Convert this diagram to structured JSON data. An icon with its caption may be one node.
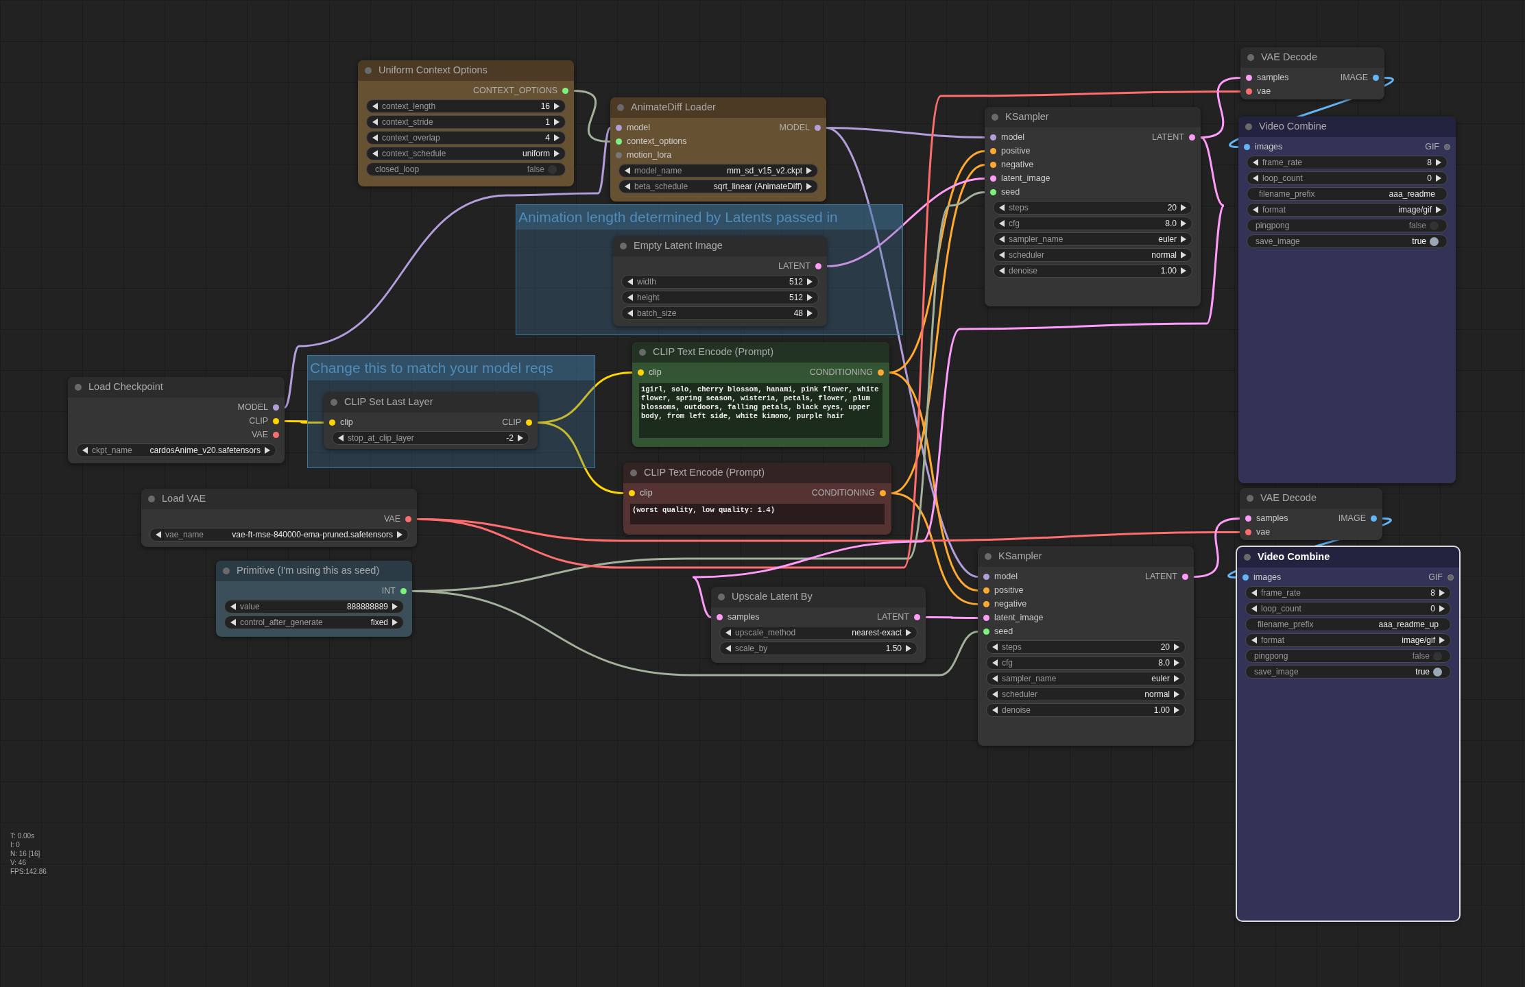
{
  "diagram": {
    "nodes": [
      {
        "text": [
          "Uniform Context Options",
          "CONTEXT_OPTIONS",
          "context_length",
          "16",
          "context_stride",
          "1",
          "context_overlap",
          "4",
          "context_schedule",
          "uniform",
          "closed_loop",
          "false"
        ]
      },
      {
        "text": [
          "AnimateDiff Loader",
          "model",
          "MODEL",
          "context_options",
          "motion_lora",
          "model_name",
          "mm_sd_v15_v2.ckpt",
          "beta_schedule",
          "sqrt_linear (AnimateDiff)"
        ]
      },
      {
        "text": [
          "VAE Decode",
          "samples",
          "IMAGE",
          "vae"
        ]
      },
      {
        "text": [
          "KSampler",
          "model",
          "LATENT",
          "positive",
          "negative",
          "latent_image",
          "seed",
          "steps",
          "20",
          "cfg",
          "8.0",
          "sampler_name",
          "euler",
          "scheduler",
          "normal",
          "denoise",
          "1.00"
        ]
      },
      {
        "text": [
          "Video Combine",
          "images",
          "GIF",
          "frame_rate",
          "8",
          "loop_count",
          "0",
          "filename_prefix",
          "aaa_readme",
          "format",
          "image/gif",
          "pingpong",
          "false",
          "save_image",
          "true"
        ]
      },
      {
        "text": [
          "Animation length determined by Latents passed in"
        ]
      },
      {
        "text": [
          "Empty Latent Image",
          "LATENT",
          "width",
          "512",
          "height",
          "512",
          "batch_size",
          "48"
        ],
        "in": 5
      },
      {
        "text": [
          "Change this to match your model reqs"
        ]
      },
      {
        "text": [
          "CLIP Set Last Layer",
          "clip",
          "CLIP",
          "stop_at_clip_layer",
          "-2"
        ],
        "in": 7
      },
      {
        "text": [
          "Load Checkpoint",
          "MODEL",
          "CLIP",
          "VAE",
          "ckpt_name",
          "cardosAnime_v20.safetensors"
        ]
      },
      {
        "text": [
          "CLIP Text Encode (Prompt)",
          "clip",
          "CONDITIONING",
          "1girl, solo, cherry blossom, hanami, pink flower, white flower, spring season, wisteria, petals, flower, plum blossoms, outdoors, falling petals, black eyes, upper body, from left side, white kimono, purple hair"
        ]
      },
      {
        "text": [
          "CLIP Text Encode (Prompt)",
          "clip",
          "CONDITIONING",
          "(worst quality, low quality: 1.4)"
        ]
      },
      {
        "text": [
          "Load VAE",
          "VAE",
          "vae_name",
          "vae-ft-mse-840000-ema-pruned.safetensors"
        ]
      },
      {
        "text": [
          "VAE Decode",
          "samples",
          "IMAGE",
          "vae"
        ]
      },
      {
        "text": [
          "Primitive (I'm using this as seed)",
          "INT",
          "value",
          "888888889",
          "control_after_generate",
          "fixed"
        ]
      },
      {
        "text": [
          "KSampler",
          "model",
          "LATENT",
          "positive",
          "negative",
          "latent_image",
          "seed",
          "steps",
          "20",
          "cfg",
          "8.0",
          "sampler_name",
          "euler",
          "scheduler",
          "normal",
          "denoise",
          "1.00"
        ]
      },
      {
        "text": [
          "Video Combine",
          "images",
          "GIF",
          "frame_rate",
          "8",
          "loop_count",
          "0",
          "filename_prefix",
          "aaa_readme_up",
          "format",
          "image/gif",
          "pingpong",
          "false",
          "save_image",
          "true"
        ]
      },
      {
        "text": [
          "Upscale Latent By",
          "samples",
          "LATENT",
          "upscale_method",
          "nearest-exact",
          "scale_by",
          "1.50"
        ]
      }
    ],
    "edges": [
      {
        "from": 9,
        "to": 1,
        "arrow": "none",
        "color": "#b39ddb"
      },
      {
        "from": 9,
        "to": 8,
        "arrow": "none",
        "color": "#ffd500"
      },
      {
        "from": 0,
        "to": 1,
        "arrow": "none",
        "color": "#a3b09a"
      },
      {
        "from": 1,
        "to": 3,
        "arrow": "none",
        "color": "#b39ddb"
      },
      {
        "from": 1,
        "to": 15,
        "arrow": "none",
        "color": "#b39ddb"
      },
      {
        "from": 8,
        "to": 10,
        "arrow": "none",
        "color": "#ffd500"
      },
      {
        "from": 8,
        "to": 11,
        "arrow": "none",
        "color": "#ffd500"
      },
      {
        "from": 10,
        "to": 3,
        "arrow": "none",
        "color": "#ffa931"
      },
      {
        "from": 10,
        "to": 15,
        "arrow": "none",
        "color": "#ffa931"
      },
      {
        "from": 11,
        "to": 3,
        "arrow": "none",
        "color": "#ffa931"
      },
      {
        "from": 11,
        "to": 15,
        "arrow": "none",
        "color": "#ffa931"
      },
      {
        "from": 6,
        "to": 3,
        "arrow": "none",
        "color": "#ff9cf9"
      },
      {
        "from": 14,
        "to": 3,
        "arrow": "none",
        "color": "#a3b09a"
      },
      {
        "from": 14,
        "to": 15,
        "arrow": "none",
        "color": "#a3b09a"
      },
      {
        "from": 12,
        "to": 2,
        "arrow": "none",
        "color": "#ff6e6e"
      },
      {
        "from": 12,
        "to": 13,
        "arrow": "none",
        "color": "#ff6e6e"
      },
      {
        "from": 3,
        "to": 2,
        "arrow": "none",
        "color": "#ff9cf9"
      },
      {
        "from": 3,
        "to": 17,
        "arrow": "none",
        "color": "#ff9cf9"
      },
      {
        "from": 17,
        "to": 15,
        "arrow": "none",
        "color": "#ff9cf9"
      },
      {
        "from": 15,
        "to": 13,
        "arrow": "none",
        "color": "#ff9cf9"
      },
      {
        "from": 2,
        "to": 4,
        "arrow": "none",
        "color": "#64b5f6"
      },
      {
        "from": 13,
        "to": 16,
        "arrow": "none",
        "color": "#64b5f6"
      }
    ],
    "labels": [
      "T: 0.00s",
      "I: 0",
      "N: 16 [16]",
      "V: 46",
      "FPS:142.86"
    ]
  }
}
